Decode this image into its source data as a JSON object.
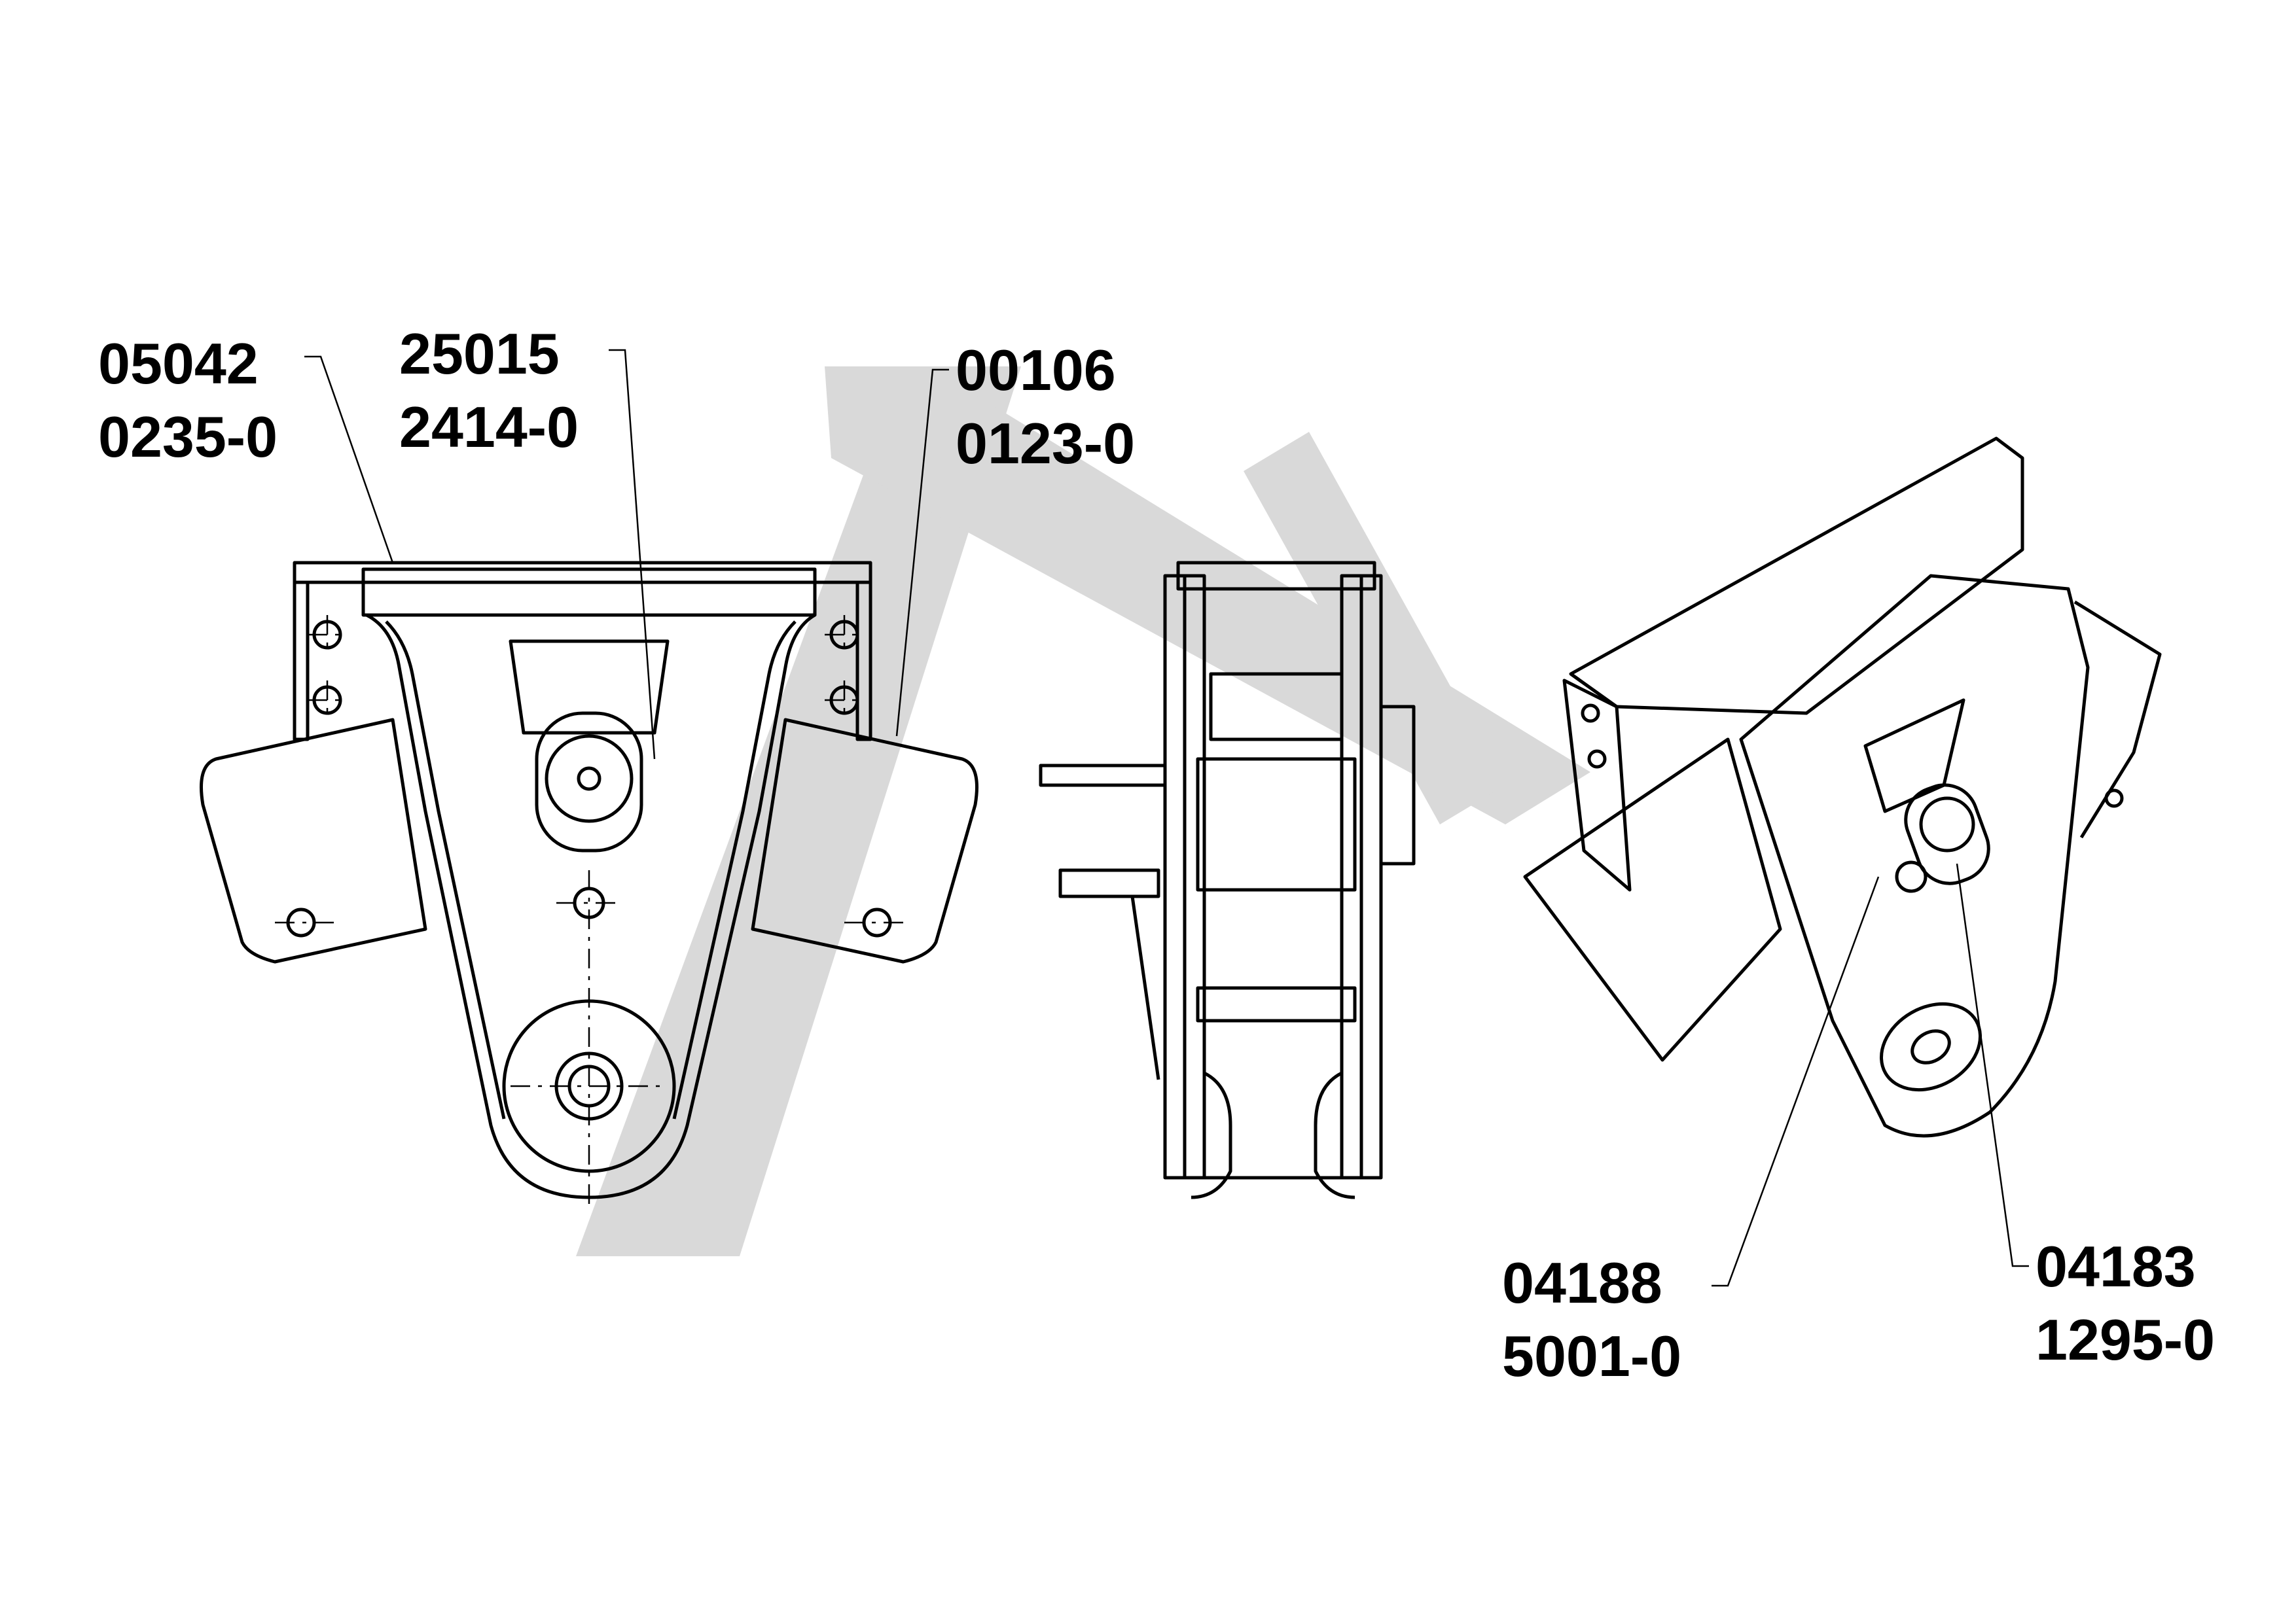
{
  "callouts": [
    {
      "id": "c1",
      "line1": "05042",
      "line2": "0235-0"
    },
    {
      "id": "c2",
      "line1": "25015",
      "line2": "2414-0"
    },
    {
      "id": "c3",
      "line1": "00106",
      "line2": "0123-0"
    },
    {
      "id": "c4",
      "line1": "04188",
      "line2": "5001-0"
    },
    {
      "id": "c5",
      "line1": "04183",
      "line2": "1295-0"
    }
  ],
  "views": [
    "front-view",
    "side-view",
    "isometric-view"
  ],
  "watermark": {
    "color": "#d9d9d9"
  }
}
